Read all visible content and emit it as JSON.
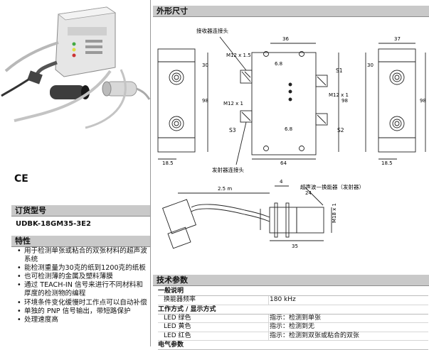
{
  "sections": {
    "dimensions": "外形尺寸",
    "order": "订货型号",
    "features": "特性",
    "specs": "技术参数"
  },
  "ce_mark": "CE",
  "model": "UDBK-18GM35-3E2",
  "features": [
    "用于检测单张或粘合的双张材料的超声波系统",
    "能检测重量为30克的纸到1200克的纸板",
    "也可检测薄的金属及塑料薄膜",
    "通过 TEACH-IN 信号来进行不同材料和厚度的检测物的编程",
    "环境条件变化缓慢时工作点可以自动补偿",
    "单独的 PNP 信号输出，带短路保护",
    "处理速度高"
  ],
  "drawing": {
    "labels": {
      "receiver_connector": "接收器连接头",
      "transmitter_connector": "发射器连接头",
      "transducer": "超声波—换能器（发射器）",
      "m12_a": "M12 x 1.5",
      "m12_b": "M12 x 1",
      "m12_c": "M12 x 1",
      "m18": "M18 x 1",
      "s1": "S1",
      "s2": "S2",
      "s3": "S3"
    },
    "dims": {
      "d36": "36",
      "d37": "37",
      "d30a": "30",
      "d30b": "30",
      "d98a": "98",
      "d98b": "98",
      "d98c": "98",
      "d6_8a": "6.8",
      "d6_8b": "6.8",
      "d64": "64",
      "d18_5a": "18.5",
      "d18_5b": "18.5",
      "d2_5m": "2.5 m",
      "d4": "4",
      "d24": "24",
      "d35": "35"
    }
  },
  "specs": {
    "groups": [
      {
        "title": "一般说明",
        "rows": [
          {
            "key": "换能器频率",
            "value": "180 kHz"
          }
        ]
      },
      {
        "title": "工作方式 / 显示方式",
        "rows": [
          {
            "key": "LED  绿色",
            "value": "指示：检测到单张"
          },
          {
            "key": "LED  黄色",
            "value": "指示：检测到无"
          },
          {
            "key": "LED  红色",
            "value": "指示：检测到双张或粘合的双张"
          }
        ]
      },
      {
        "title": "电气参数",
        "rows": []
      }
    ]
  },
  "colors": {
    "section_bar": "#c9c9c9",
    "line": "#222222",
    "photo_gray": "#dcdcdc"
  }
}
